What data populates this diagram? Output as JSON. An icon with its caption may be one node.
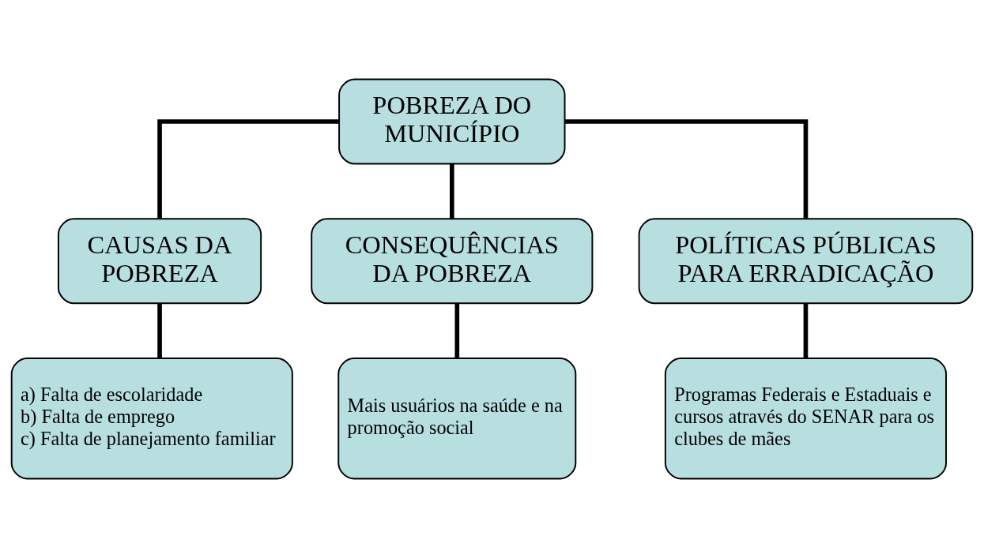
{
  "diagram": {
    "nodes": [
      {
        "text": [
          "POBREZA DO MUNICÍPIO"
        ]
      },
      {
        "text": [
          "CAUSAS DA POBREZA"
        ]
      },
      {
        "text": [
          "CONSEQUÊNCIAS DA POBREZA"
        ]
      },
      {
        "text": [
          "POLÍTICAS PÚBLICAS PARA ERRADICAÇÃO"
        ]
      },
      {
        "text": [
          "a) Falta de escolaridade",
          "b) Falta de emprego",
          "c) Falta de planejamento familiar"
        ]
      },
      {
        "text": [
          "Mais usuários na saúde e na promoção social"
        ]
      },
      {
        "text": [
          "Programas Federais e Estaduais e cursos através do SENAR para os clubes de mães"
        ]
      }
    ],
    "edges": [
      {
        "from": 0,
        "to": 1,
        "arrow": "none"
      },
      {
        "from": 0,
        "to": 2,
        "arrow": "none"
      },
      {
        "from": 0,
        "to": 3,
        "arrow": "none"
      },
      {
        "from": 1,
        "to": 4,
        "arrow": "none"
      },
      {
        "from": 2,
        "to": 5,
        "arrow": "none"
      },
      {
        "from": 3,
        "to": 6,
        "arrow": "none"
      }
    ]
  }
}
